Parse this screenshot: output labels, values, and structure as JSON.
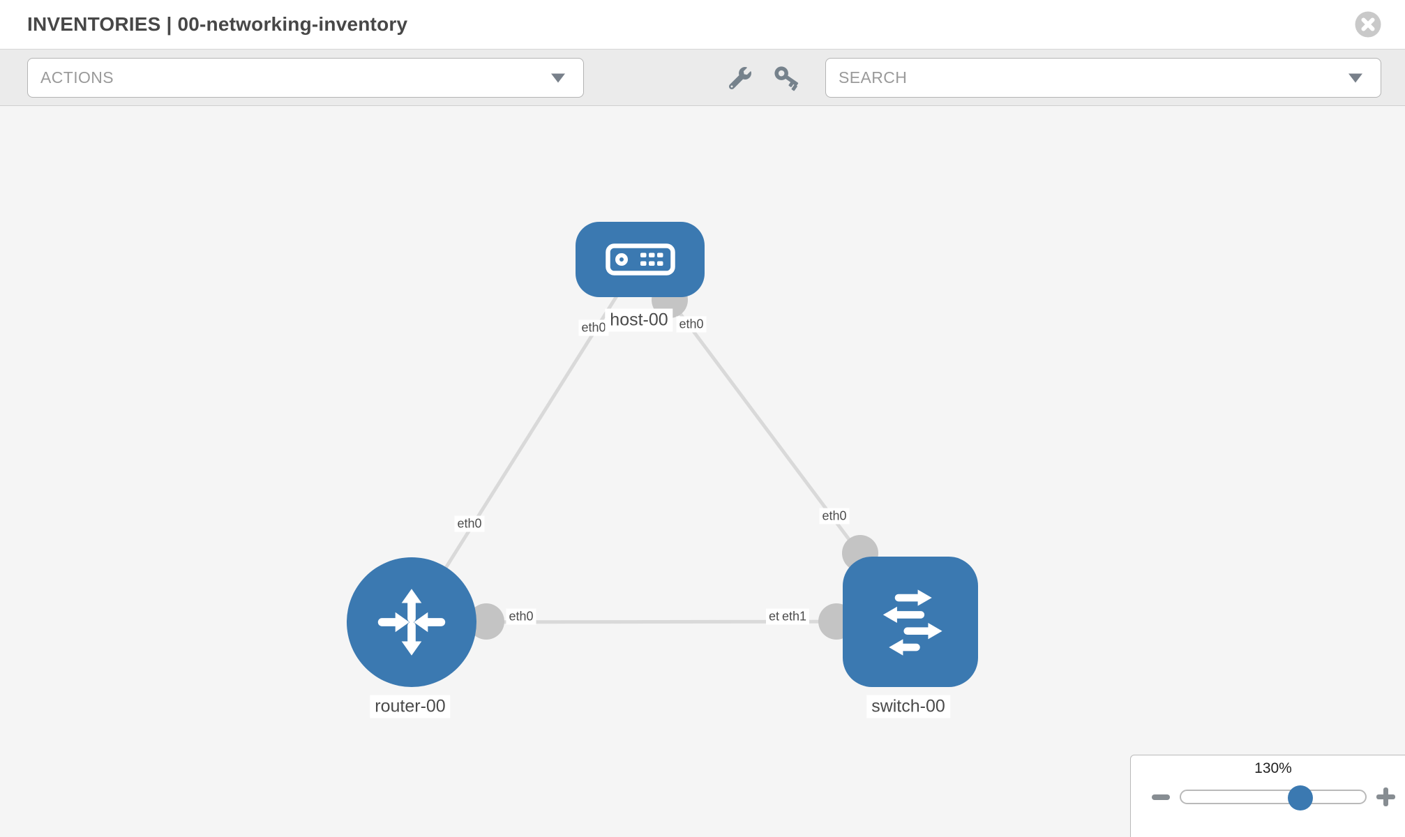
{
  "header": {
    "title": "INVENTORIES | 00-networking-inventory",
    "section": "INVENTORIES",
    "item": "00-networking-inventory"
  },
  "toolbar": {
    "actions_label": "ACTIONS",
    "search_placeholder": "SEARCH",
    "icon_names": [
      "wrench-icon",
      "key-icon"
    ]
  },
  "topology": {
    "nodes": [
      {
        "label": "host-00",
        "type": "host"
      },
      {
        "label": "router-00",
        "type": "router"
      },
      {
        "label": "switch-00",
        "type": "switch"
      }
    ],
    "links": [
      {
        "from": "host-00",
        "to": "router-00",
        "from_port": "eth0",
        "to_port": "eth0"
      },
      {
        "from": "host-00",
        "to": "switch-00",
        "from_port": "eth0",
        "to_port": "eth0"
      },
      {
        "from": "router-00",
        "to": "switch-00",
        "from_port": "eth0",
        "to_port": "eth1"
      }
    ],
    "port_labels": [
      {
        "text": "eth0"
      },
      {
        "text": "eth0"
      },
      {
        "text": "eth0"
      },
      {
        "text": "eth0"
      },
      {
        "text": "eth0"
      },
      {
        "text": "eth0"
      },
      {
        "text": "eth1"
      }
    ]
  },
  "zoom_control": {
    "level": "130%"
  },
  "colors": {
    "node_blue": "#3b79b1",
    "link_gray": "#d9d9d9",
    "interface_gray": "#c4c4c4",
    "toolbar_gray": "#ebebeb",
    "canvas_gray": "#f5f5f5"
  }
}
